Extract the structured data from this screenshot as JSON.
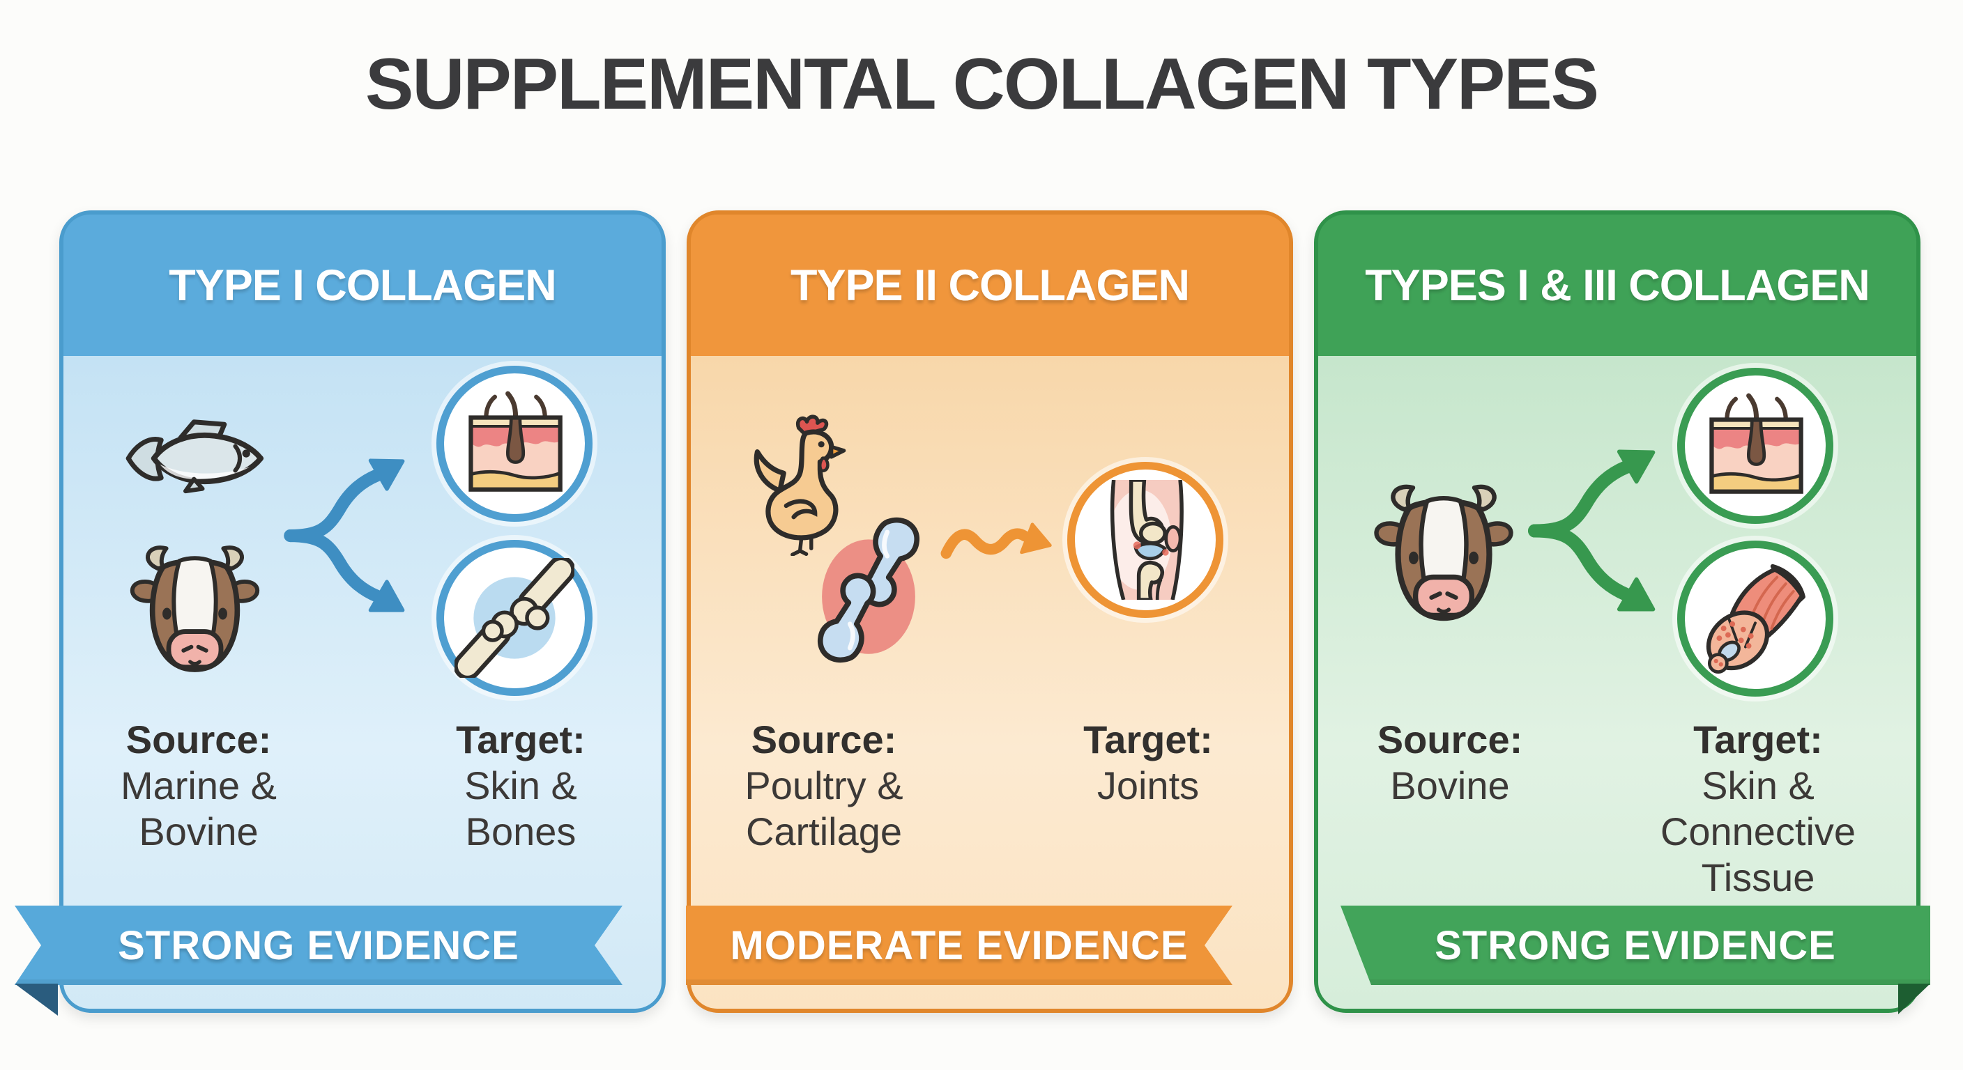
{
  "title": "SUPPLEMENTAL COLLAGEN TYPES",
  "panels": {
    "type1": {
      "header": "TYPE I COLLAGEN",
      "accent": "#5babdc",
      "source_label": "Source:",
      "source_line1": "Marine &",
      "source_line2": "Bovine",
      "target_label": "Target:",
      "target_line1": "Skin &",
      "target_line2": "Bones",
      "ribbon": "STRONG EVIDENCE",
      "source_icons": [
        "fish",
        "cow"
      ],
      "connector_icon": "fork-arrow",
      "target_icons": [
        "skin-cross-section",
        "bone-joint"
      ]
    },
    "type2": {
      "header": "TYPE II COLLAGEN",
      "accent": "#f0963c",
      "source_label": "Source:",
      "source_line1": "Poultry &",
      "source_line2": "Cartilage",
      "target_label": "Target:",
      "target_line1": "Joints",
      "ribbon": "MODERATE EVIDENCE",
      "source_icons": [
        "chicken",
        "cartilage-joint"
      ],
      "connector_icon": "wavy-arrow",
      "target_icons": [
        "knee-joint"
      ]
    },
    "type3": {
      "header": "TYPES I & III COLLAGEN",
      "accent": "#3fa257",
      "source_label": "Source:",
      "source_line1": "Bovine",
      "target_label": "Target:",
      "target_line1": "Skin &",
      "target_line2": "Connective",
      "target_line3": "Tissue",
      "ribbon": "STRONG EVIDENCE",
      "source_icons": [
        "cow"
      ],
      "connector_icon": "fork-arrow",
      "target_icons": [
        "skin-cross-section",
        "muscle-connective-tissue"
      ]
    }
  }
}
